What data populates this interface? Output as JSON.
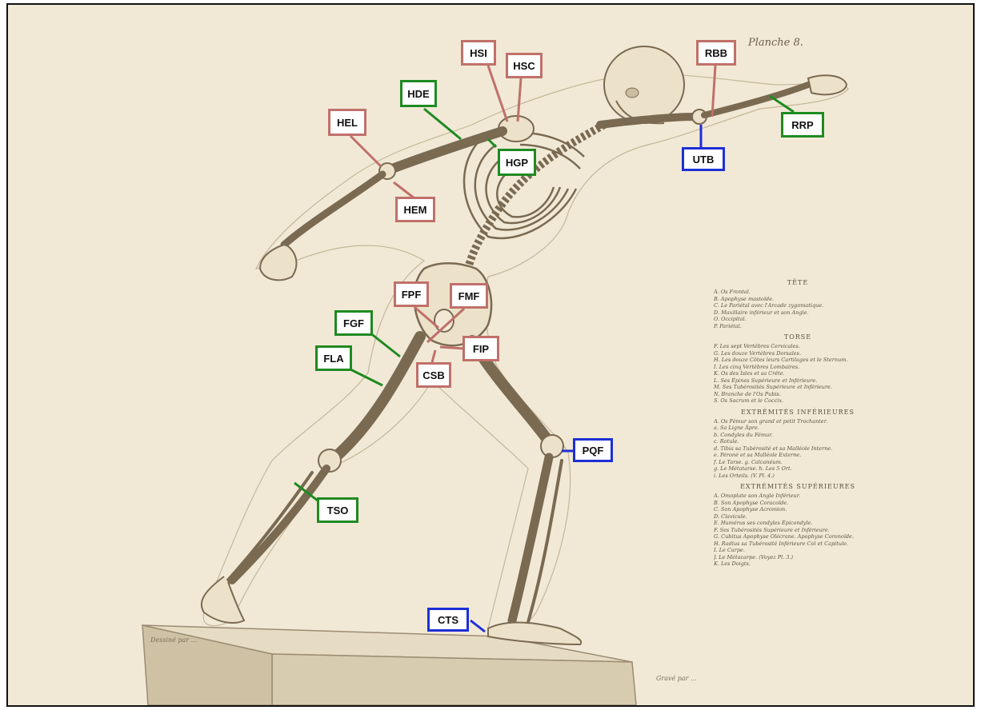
{
  "plate_title": "Planche 8.",
  "labels": [
    {
      "id": "HSI",
      "text": "HSI",
      "color": "red"
    },
    {
      "id": "HSC",
      "text": "HSC",
      "color": "red"
    },
    {
      "id": "RBB",
      "text": "RBB",
      "color": "red"
    },
    {
      "id": "HDE",
      "text": "HDE",
      "color": "green"
    },
    {
      "id": "HEL",
      "text": "HEL",
      "color": "red"
    },
    {
      "id": "HGP",
      "text": "HGP",
      "color": "green"
    },
    {
      "id": "RRP",
      "text": "RRP",
      "color": "green"
    },
    {
      "id": "UTB",
      "text": "UTB",
      "color": "blue"
    },
    {
      "id": "HEM",
      "text": "HEM",
      "color": "red"
    },
    {
      "id": "FPF",
      "text": "FPF",
      "color": "red"
    },
    {
      "id": "FMF",
      "text": "FMF",
      "color": "red"
    },
    {
      "id": "FGF",
      "text": "FGF",
      "color": "green"
    },
    {
      "id": "FIP",
      "text": "FIP",
      "color": "red"
    },
    {
      "id": "FLA",
      "text": "FLA",
      "color": "green"
    },
    {
      "id": "CSB",
      "text": "CSB",
      "color": "red"
    },
    {
      "id": "PQF",
      "text": "PQF",
      "color": "blue"
    },
    {
      "id": "TSO",
      "text": "TSO",
      "color": "green"
    },
    {
      "id": "CTS",
      "text": "CTS",
      "color": "blue"
    }
  ],
  "colors": {
    "red": "#c0706a",
    "green": "#1f8a22",
    "blue": "#1e2fd6",
    "paper": "#f1e9d6",
    "ink": "#7a6a52"
  },
  "legend": {
    "sections": [
      {
        "heading": "TÊTE",
        "lines": [
          "A. Os Frontal.",
          "B. Apophyse mastoïde.",
          "C. Le Pariétal avec l'Arcade zygomatique.",
          "D. Maxillaire inférieur et son Angle.",
          "O. Occipital.",
          "P. Pariétal."
        ]
      },
      {
        "heading": "TORSE",
        "lines": [
          "F. Les sept Vertèbres Cervicales.",
          "G. Les douze Vertèbres Dorsales.",
          "H. Les douze Côtes leurs Cartilages et le Sternum.",
          "I. Les cinq Vertèbres Lombaires.",
          "K. Os des Isles et sa Crête.",
          "L. Ses Épines Supérieure et Inférieure.",
          "M. Ses Tubérosités Supérieure et Inférieure.",
          "N. Branche de l'Os Pubis.",
          "S. Os Sacrum et le Coccix."
        ]
      },
      {
        "heading": "EXTRÉMITÉS INFÉRIEURES",
        "lines": [
          "A. Os Fémur son grand et petit Trochanter.",
          "a. Sa Ligne Âpre.",
          "b. Condyles du Fémur.",
          "c. Rotule.",
          "d. Tibia sa Tubérosité et sa Malléole Interne.",
          "e. Péroné et sa Malléole Externe.",
          "f. Le Tarse. g. Calcanéum.",
          "g. Le Métatarse. h. Les 5 Ort.",
          "i. Les Orteils. (V. Pl. 4.)"
        ]
      },
      {
        "heading": "EXTRÉMITÉS SUPÉRIEURES",
        "lines": [
          "A. Omoplate son Angle Inférieur.",
          "B. Son Apophyse Coracoïde.",
          "C. Son Apophyse Acromion.",
          "D. Clavicule.",
          "E. Humérus ses condyles Épicondyle.",
          "F. Ses Tubérosités Supérieure et Inférieure.",
          "G. Cubitus Apophyse Olécrane. Apophyse Coronoïde.",
          "H. Radius sa Tubérosité Inférieure Col et Capitule.",
          "I. Le Carpe.",
          "J. Le Métacarpe. (Voyez Pl. 3.)",
          "K. Les Doigts."
        ]
      }
    ]
  },
  "signatures": {
    "left": "Dessiné par ...",
    "right": "Gravé par ..."
  }
}
